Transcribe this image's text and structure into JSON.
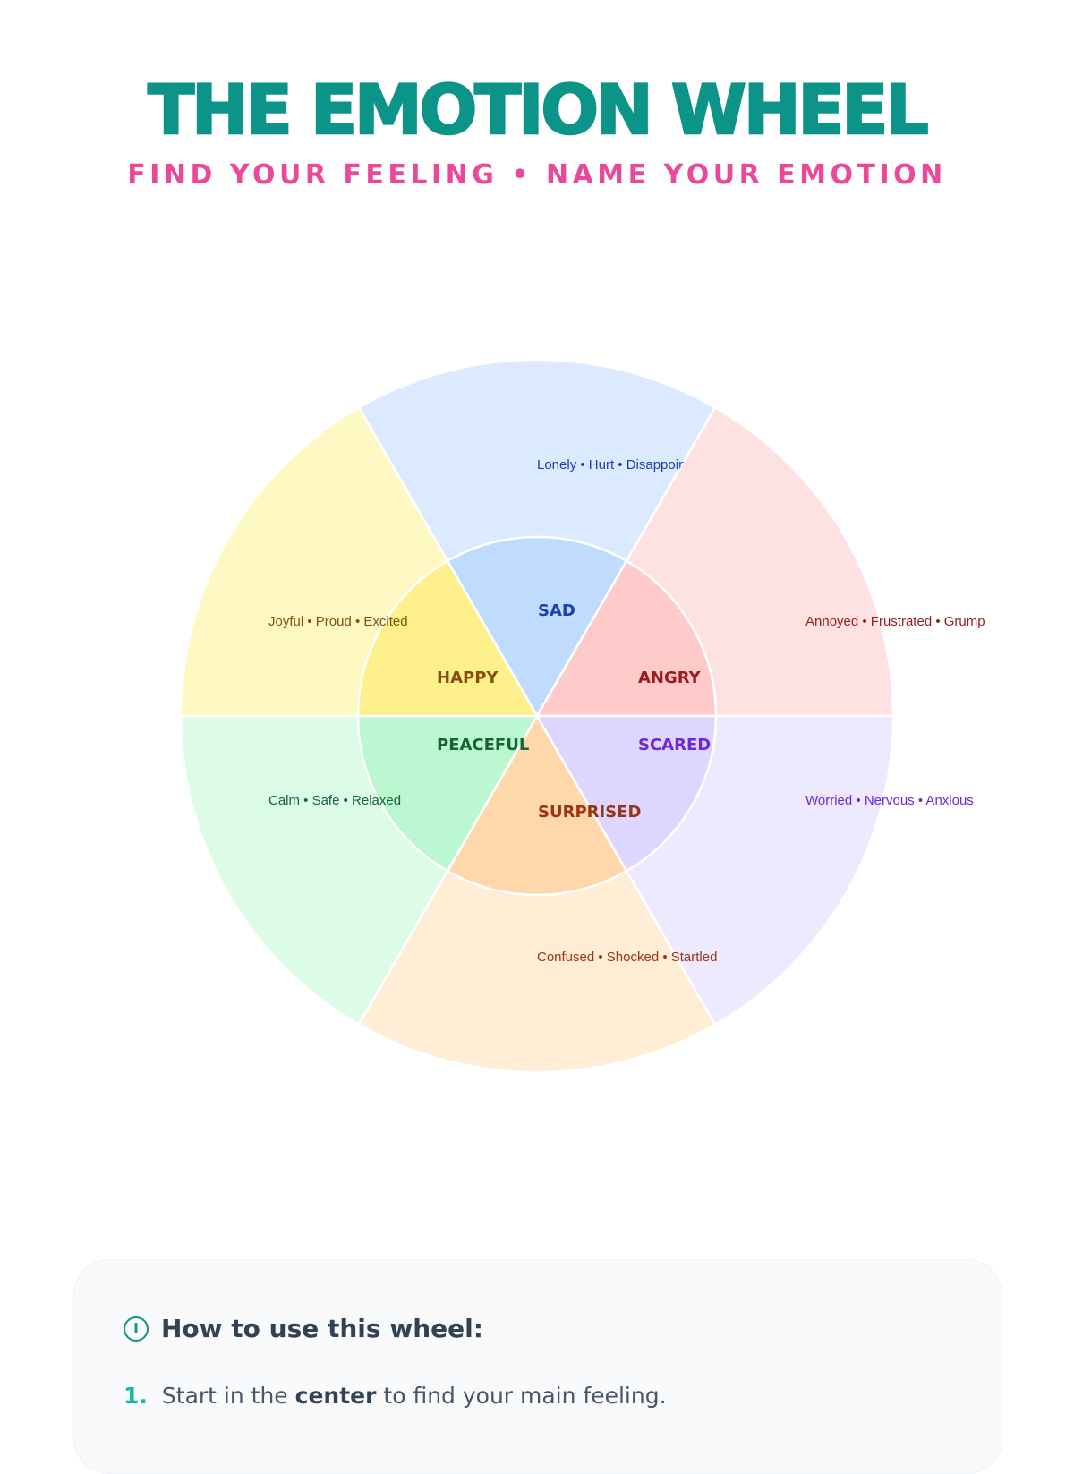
{
  "header": {
    "title": "THE EMOTION WHEEL",
    "subtitle": "FIND YOUR FEELING • NAME YOUR EMOTION"
  },
  "colors": {
    "title": "#0d9488",
    "subtitle": "#ec4899"
  },
  "wheel": [
    {
      "emotion": "SAD",
      "feelings": "Lonely • Hurt • Disappointed",
      "inner": "#bfdbfe",
      "outer": "#dbeafe",
      "text": "#1e40af"
    },
    {
      "emotion": "ANGRY",
      "feelings": "Annoyed • Frustrated • Grumpy",
      "inner": "#fecaca",
      "outer": "#fee2e2",
      "text": "#991b1b"
    },
    {
      "emotion": "SCARED",
      "feelings": "Worried • Nervous • Anxious",
      "inner": "#ddd6fe",
      "outer": "#ede9fe",
      "text": "#6d28d9"
    },
    {
      "emotion": "SURPRISED",
      "feelings": "Confused • Shocked • Startled",
      "inner": "#fed7aa",
      "outer": "#ffedd5",
      "text": "#9a3412"
    },
    {
      "emotion": "PEACEFUL",
      "feelings": "Calm • Safe • Relaxed",
      "inner": "#bbf7d0",
      "outer": "#dcfce7",
      "text": "#166534"
    },
    {
      "emotion": "HAPPY",
      "feelings": "Joyful • Proud • Excited",
      "inner": "#fef08a",
      "outer": "#fef9c3",
      "text": "#854d0e"
    }
  ],
  "card": {
    "title": "How to use this wheel:",
    "steps": [
      {
        "num": "1.",
        "pre": "Start in the ",
        "bold": "center",
        "post": " to find your main feeling."
      }
    ]
  }
}
